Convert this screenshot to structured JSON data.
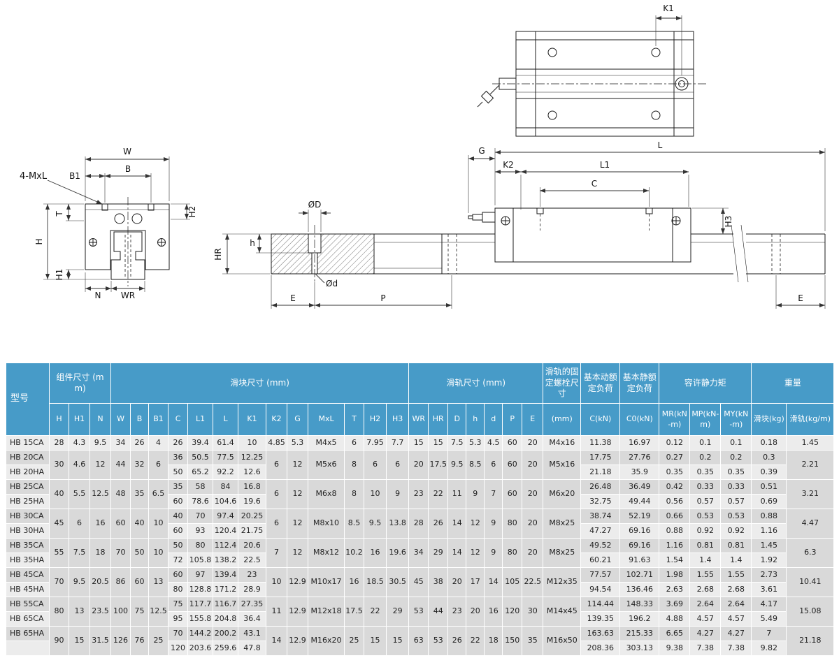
{
  "drawings": {
    "labels": {
      "k1": "K1",
      "w": "W",
      "b": "B",
      "b1": "B1",
      "four_mxl": "4-MxL",
      "t": "T",
      "h": "H",
      "h1": "H1",
      "h2": "H2",
      "n": "N",
      "wr": "WR",
      "phi_D": "ØD",
      "h_small": "h",
      "hr": "HR",
      "phi_d": "Ød",
      "e": "E",
      "p": "P",
      "g": "G",
      "l": "L",
      "k2": "K2",
      "l1": "L1",
      "c": "C",
      "h3": "H3"
    }
  },
  "table": {
    "header": {
      "model": "型号",
      "groups": [
        {
          "label": "组件尺寸 (mm)",
          "span": 3
        },
        {
          "label": "滑块尺寸 (mm)",
          "span": 13
        },
        {
          "label": "滑轨尺寸 (mm)",
          "span": 7
        },
        {
          "label": "滑轨的固定螺栓尺寸",
          "span": 1
        },
        {
          "label": "基本动额定负荷",
          "span": 1
        },
        {
          "label": "基本静额定负荷",
          "span": 1
        },
        {
          "label": "容许静力矩",
          "span": 3
        },
        {
          "label": "重量",
          "span": 2
        }
      ],
      "cols": [
        "H",
        "H1",
        "N",
        "W",
        "B",
        "B1",
        "C",
        "L1",
        "L",
        "K1",
        "K2",
        "G",
        "MxL",
        "T",
        "H2",
        "H3",
        "WR",
        "HR",
        "D",
        "h",
        "d",
        "P",
        "E",
        "(mm)",
        "C(kN)",
        "C0(kN)",
        "MR(kN-m)",
        "MP(kN-m)",
        "MY(kN-m)",
        "滑块(kg)",
        "滑轨(kg/m)"
      ]
    },
    "rows": [
      {
        "model": "HB 15CA",
        "cells": [
          "28",
          "4.3",
          "9.5",
          "34",
          "26",
          "4",
          "26",
          "39.4",
          "61.4",
          "10",
          "4.85",
          "5.3",
          "M4x5",
          "6",
          "7.95",
          "7.7",
          "15",
          "15",
          "7.5",
          "5.3",
          "4.5",
          "60",
          "20",
          "M4x16",
          "11.38",
          "16.97",
          "0.12",
          "0.1",
          "0.1",
          "0.18",
          "1.45"
        ]
      },
      {
        "model": "HB 20CA",
        "cells": [
          [
            "30",
            2
          ],
          [
            "4.6",
            2
          ],
          [
            "12",
            2
          ],
          [
            "44",
            2
          ],
          [
            "32",
            2
          ],
          [
            "6",
            2
          ],
          "36",
          "50.5",
          "77.5",
          "12.25",
          [
            "6",
            2
          ],
          [
            "12",
            2
          ],
          [
            "M5x6",
            2
          ],
          [
            "8",
            2
          ],
          [
            "6",
            2
          ],
          [
            "6",
            2
          ],
          [
            "20",
            2
          ],
          [
            "17.5",
            2
          ],
          [
            "9.5",
            2
          ],
          [
            "8.5",
            2
          ],
          [
            "6",
            2
          ],
          [
            "60",
            2
          ],
          [
            "20",
            2
          ],
          [
            "M5x16",
            2
          ],
          "17.75",
          "27.76",
          "0.27",
          "0.2",
          "0.2",
          "0.3",
          [
            "2.21",
            2
          ]
        ]
      },
      {
        "model": "HB 20HA",
        "cells": [
          "50",
          "65.2",
          "92.2",
          "12.6",
          "21.18",
          "35.9",
          "0.35",
          "0.35",
          "0.35",
          "0.39"
        ]
      },
      {
        "model": "HB 25CA",
        "cells": [
          [
            "40",
            2
          ],
          [
            "5.5",
            2
          ],
          [
            "12.5",
            2
          ],
          [
            "48",
            2
          ],
          [
            "35",
            2
          ],
          [
            "6.5",
            2
          ],
          "35",
          "58",
          "84",
          "16.8",
          [
            "6",
            2
          ],
          [
            "12",
            2
          ],
          [
            "M6x8",
            2
          ],
          [
            "8",
            2
          ],
          [
            "10",
            2
          ],
          [
            "9",
            2
          ],
          [
            "23",
            2
          ],
          [
            "22",
            2
          ],
          [
            "11",
            2
          ],
          [
            "9",
            2
          ],
          [
            "7",
            2
          ],
          [
            "60",
            2
          ],
          [
            "20",
            2
          ],
          [
            "M6x20",
            2
          ],
          "26.48",
          "36.49",
          "0.42",
          "0.33",
          "0.33",
          "0.51",
          [
            "3.21",
            2
          ]
        ]
      },
      {
        "model": "HB 25HA",
        "cells": [
          "60",
          "78.6",
          "104.6",
          "19.6",
          "32.75",
          "49.44",
          "0.56",
          "0.57",
          "0.57",
          "0.69"
        ]
      },
      {
        "model": "HB 30CA",
        "cells": [
          [
            "45",
            2
          ],
          [
            "6",
            2
          ],
          [
            "16",
            2
          ],
          [
            "60",
            2
          ],
          [
            "40",
            2
          ],
          [
            "10",
            2
          ],
          "40",
          "70",
          "97.4",
          "20.25",
          [
            "6",
            2
          ],
          [
            "12",
            2
          ],
          [
            "M8x10",
            2
          ],
          [
            "8.5",
            2
          ],
          [
            "9.5",
            2
          ],
          [
            "13.8",
            2
          ],
          [
            "28",
            2
          ],
          [
            "26",
            2
          ],
          [
            "14",
            2
          ],
          [
            "12",
            2
          ],
          [
            "9",
            2
          ],
          [
            "80",
            2
          ],
          [
            "20",
            2
          ],
          [
            "M8x25",
            2
          ],
          "38.74",
          "52.19",
          "0.66",
          "0.53",
          "0.53",
          "0.88",
          [
            "4.47",
            2
          ]
        ]
      },
      {
        "model": "HB 30HA",
        "cells": [
          "60",
          "93",
          "120.4",
          "21.75",
          "47.27",
          "69.16",
          "0.88",
          "0.92",
          "0.92",
          "1.16"
        ]
      },
      {
        "model": "HB 35CA",
        "cells": [
          [
            "55",
            2
          ],
          [
            "7.5",
            2
          ],
          [
            "18",
            2
          ],
          [
            "70",
            2
          ],
          [
            "50",
            2
          ],
          [
            "10",
            2
          ],
          "50",
          "80",
          "112.4",
          "20.6",
          [
            "7",
            2
          ],
          [
            "12",
            2
          ],
          [
            "M8x12",
            2
          ],
          [
            "10.2",
            2
          ],
          [
            "16",
            2
          ],
          [
            "19.6",
            2
          ],
          [
            "34",
            2
          ],
          [
            "29",
            2
          ],
          [
            "14",
            2
          ],
          [
            "12",
            2
          ],
          [
            "9",
            2
          ],
          [
            "80",
            2
          ],
          [
            "20",
            2
          ],
          [
            "M8x25",
            2
          ],
          "49.52",
          "69.16",
          "1.16",
          "0.81",
          "0.81",
          "1.45",
          [
            "6.3",
            2
          ]
        ]
      },
      {
        "model": "HB 35HA",
        "cells": [
          "72",
          "105.8",
          "138.2",
          "22.5",
          "60.21",
          "91.63",
          "1.54",
          "1.4",
          "1.4",
          "1.92"
        ]
      },
      {
        "model": "HB 45CA",
        "cells": [
          [
            "70",
            2
          ],
          [
            "9.5",
            2
          ],
          [
            "20.5",
            2
          ],
          [
            "86",
            2
          ],
          [
            "60",
            2
          ],
          [
            "13",
            2
          ],
          "60",
          "97",
          "139.4",
          "23",
          [
            "10",
            2
          ],
          [
            "12.9",
            2
          ],
          [
            "M10x17",
            2
          ],
          [
            "16",
            2
          ],
          [
            "18.5",
            2
          ],
          [
            "30.5",
            2
          ],
          [
            "45",
            2
          ],
          [
            "38",
            2
          ],
          [
            "20",
            2
          ],
          [
            "17",
            2
          ],
          [
            "14",
            2
          ],
          [
            "105",
            2
          ],
          [
            "22.5",
            2
          ],
          [
            "M12x35",
            2
          ],
          "77.57",
          "102.71",
          "1.98",
          "1.55",
          "1.55",
          "2.73",
          [
            "10.41",
            2
          ]
        ]
      },
      {
        "model": "HB 45HA",
        "cells": [
          "80",
          "128.8",
          "171.2",
          "28.9",
          "94.54",
          "136.46",
          "2.63",
          "2.68",
          "2.68",
          "3.61"
        ]
      },
      {
        "model": "HB 55CA",
        "cells": [
          [
            "80",
            2
          ],
          [
            "13",
            2
          ],
          [
            "23.5",
            2
          ],
          [
            "100",
            2
          ],
          [
            "75",
            2
          ],
          [
            "12.5",
            2
          ],
          "75",
          "117.7",
          "116.7",
          "27.35",
          [
            "11",
            2
          ],
          [
            "12.9",
            2
          ],
          [
            "M12x18",
            2
          ],
          [
            "17.5",
            2
          ],
          [
            "22",
            2
          ],
          [
            "29",
            2
          ],
          [
            "53",
            2
          ],
          [
            "44",
            2
          ],
          [
            "23",
            2
          ],
          [
            "20",
            2
          ],
          [
            "16",
            2
          ],
          [
            "120",
            2
          ],
          [
            "30",
            2
          ],
          [
            "M14x45",
            2
          ],
          "114.44",
          "148.33",
          "3.69",
          "2.64",
          "2.64",
          "4.17",
          [
            "15.08",
            2
          ]
        ]
      },
      {
        "model": "HB 65CA",
        "cells": [
          "95",
          "155.8",
          "204.8",
          "36.4",
          "139.35",
          "196.2",
          "4.88",
          "4.57",
          "4.57",
          "5.49"
        ]
      },
      {
        "model": "HB 65HA",
        "cells": [
          [
            "90",
            2
          ],
          [
            "15",
            2
          ],
          [
            "31.5",
            2
          ],
          [
            "126",
            2
          ],
          [
            "76",
            2
          ],
          [
            "25",
            2
          ],
          "70",
          "144.2",
          "200.2",
          "43.1",
          [
            "14",
            2
          ],
          [
            "12.9",
            2
          ],
          [
            "M16x20",
            2
          ],
          [
            "25",
            2
          ],
          [
            "15",
            2
          ],
          [
            "15",
            2
          ],
          [
            "63",
            2
          ],
          [
            "53",
            2
          ],
          [
            "26",
            2
          ],
          [
            "22",
            2
          ],
          [
            "18",
            2
          ],
          [
            "150",
            2
          ],
          [
            "35",
            2
          ],
          [
            "M16x50",
            2
          ],
          "163.63",
          "215.33",
          "6.65",
          "4.27",
          "4.27",
          "7",
          [
            "21.18",
            2
          ]
        ]
      },
      {
        "model": "",
        "cells": [
          "120",
          "203.6",
          "259.6",
          "47.8",
          "208.36",
          "303.13",
          "9.38",
          "7.38",
          "7.38",
          "9.82"
        ]
      }
    ]
  }
}
